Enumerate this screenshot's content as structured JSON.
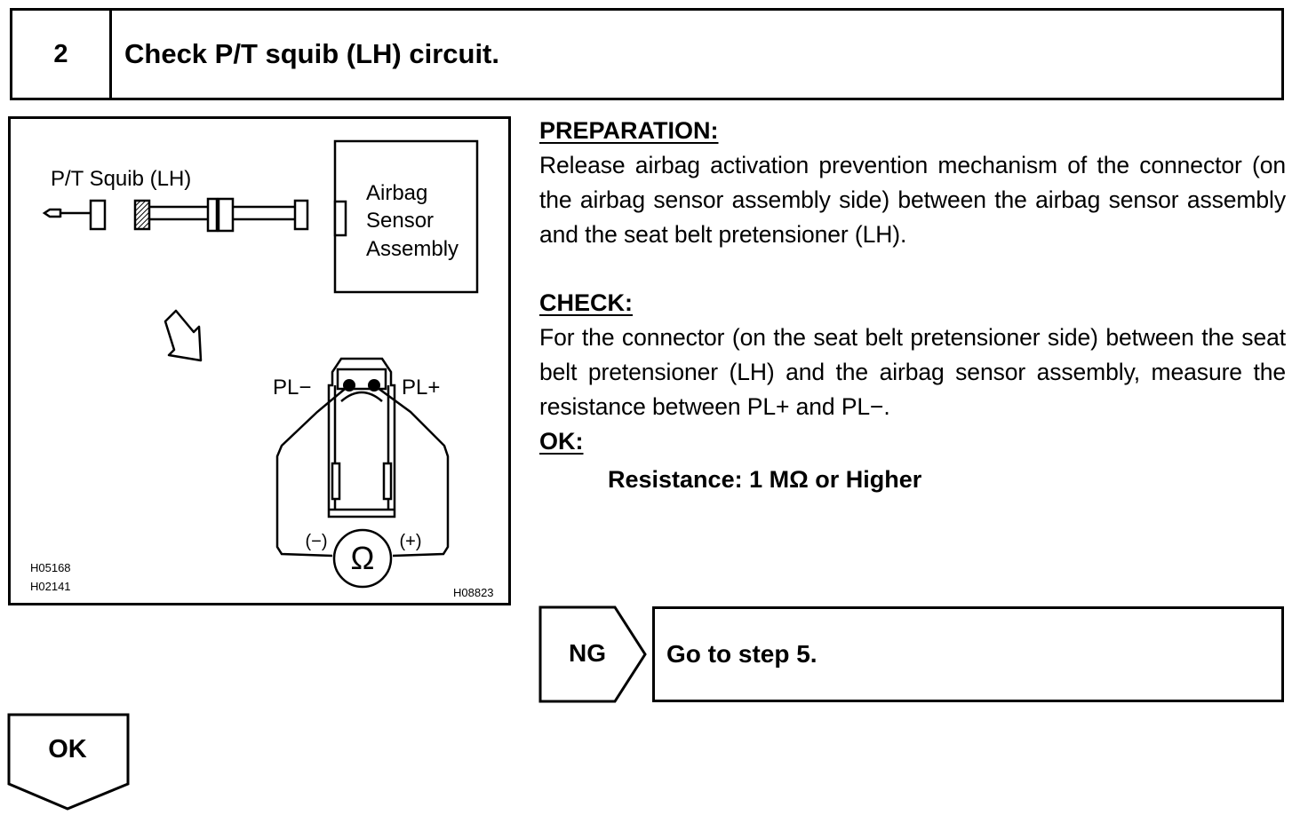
{
  "step": {
    "number": "2",
    "title": "Check P/T squib (LH) circuit."
  },
  "figure": {
    "squib_label": "P/T Squib (LH)",
    "sensor_label_lines": [
      "Airbag",
      "Sensor",
      "Assembly"
    ],
    "pl_minus": "PL−",
    "pl_plus": "PL+",
    "meter_minus": "(−)",
    "meter_plus": "(+)",
    "ohm_symbol": "Ω",
    "ref_codes": [
      "H05168",
      "H02141"
    ],
    "ref_code_right": "H08823"
  },
  "preparation": {
    "heading": "PREPARATION:",
    "text": "Release airbag activation prevention mechanism of the connector (on the airbag sensor assembly side) between the airbag sensor assembly and the seat belt pretensioner (LH)."
  },
  "check": {
    "heading": "CHECK:",
    "text": "For the connector (on the seat belt pretensioner side) between the seat belt pretensioner (LH) and the airbag sensor assembly, measure the resistance between PL+ and PL−."
  },
  "ok_spec": {
    "heading": "OK:",
    "value": "Resistance: 1 MΩ or Higher"
  },
  "results": {
    "ng_label": "NG",
    "ng_action": "Go to step 5.",
    "ok_label": "OK"
  }
}
